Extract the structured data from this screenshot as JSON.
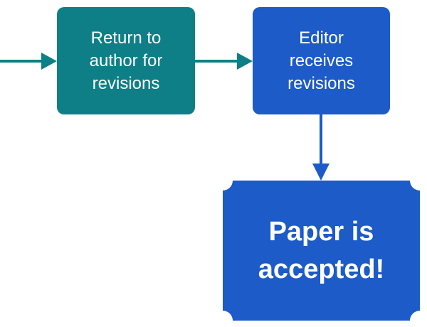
{
  "nodes": {
    "return_to_author": "Return to\nauthor for\nrevisions",
    "editor_receives": "Editor\nreceives\nrevisions",
    "paper_accepted": "Paper is\naccepted!"
  },
  "colors": {
    "teal": "#0e7f86",
    "blue": "#1c5bc8",
    "arrow_teal": "#0e7f86",
    "arrow_blue": "#1c5bc8",
    "text": "#ffffff",
    "background": "#ffffff"
  }
}
